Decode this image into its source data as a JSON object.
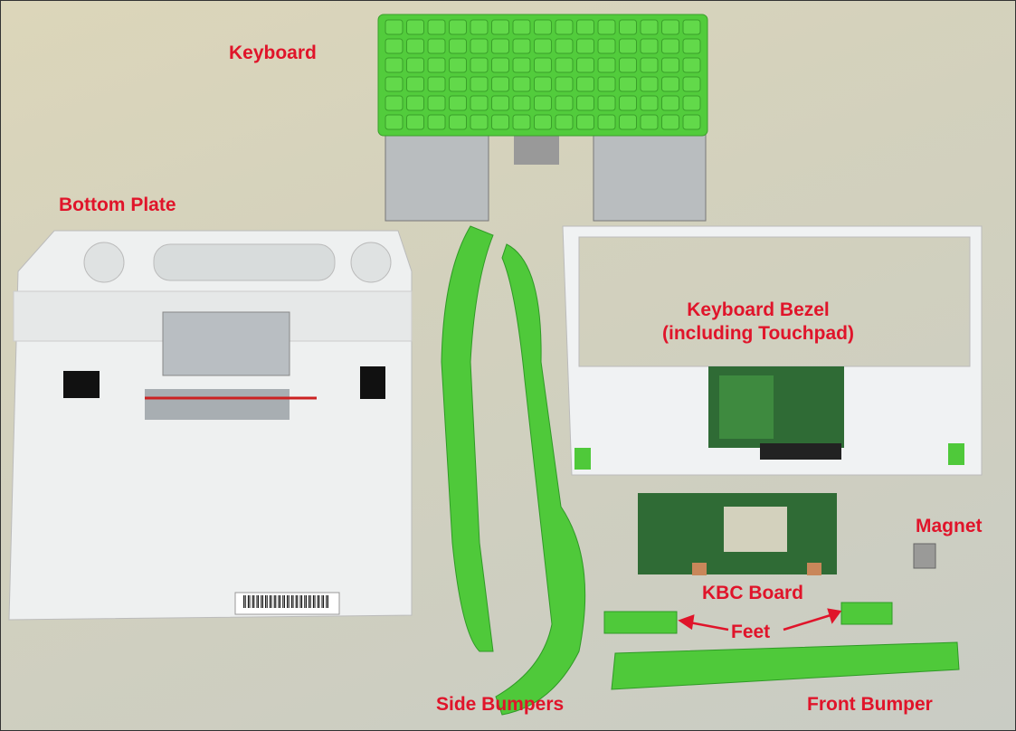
{
  "labels": {
    "keyboard": "Keyboard",
    "bottom_plate": "Bottom Plate",
    "keyboard_bezel_line1": "Keyboard Bezel",
    "keyboard_bezel_line2": "(including Touchpad)",
    "magnet": "Magnet",
    "kbc_board": "KBC Board",
    "feet": "Feet",
    "side_bumpers": "Side Bumpers",
    "front_bumper": "Front Bumper"
  },
  "colors": {
    "label": "#e0142a",
    "green_part": "#4fc93a",
    "white_part": "#eef0f0",
    "pcb": "#2f6b35"
  }
}
